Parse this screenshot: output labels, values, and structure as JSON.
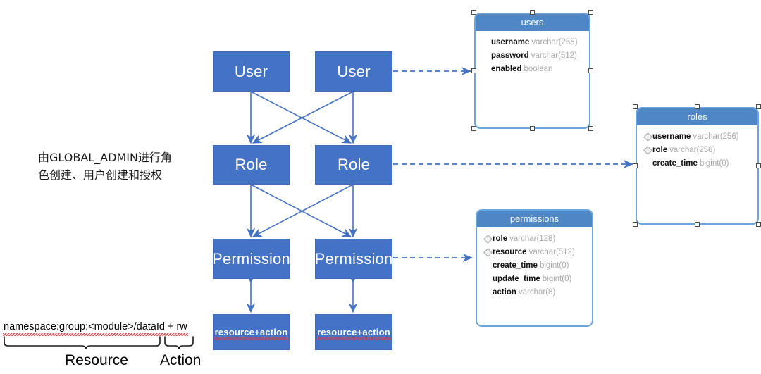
{
  "diagram": {
    "title": "RBAC permission model diagram",
    "colors": {
      "box_fill": "#4472C4",
      "table_header": "#4E87C4",
      "table_border": "#6AA6DD",
      "arrow": "#4472C4",
      "dashed_arrow": "#4472C4",
      "spellcheck_underline": "#E03A3A"
    },
    "notes": {
      "admin_note": "由GLOBAL_ADMIN进行角\n色创建、用户创建和授权"
    },
    "formula": {
      "expression": "namespace:group:<module>/dataId + rw",
      "resource_label": "Resource",
      "action_label": "Action"
    },
    "flow_nodes": [
      {
        "id": "user-left",
        "label": "User"
      },
      {
        "id": "user-right",
        "label": "User"
      },
      {
        "id": "role-left",
        "label": "Role"
      },
      {
        "id": "role-right",
        "label": "Role"
      },
      {
        "id": "permission-left",
        "label": "Permission"
      },
      {
        "id": "permission-right",
        "label": "Permission"
      },
      {
        "id": "resaction-left",
        "label": "resource+action"
      },
      {
        "id": "resaction-right",
        "label": "resource+action"
      }
    ],
    "tables": [
      {
        "id": "users",
        "name": "users",
        "selected": true,
        "columns": [
          {
            "name": "username",
            "type": "varchar(255)",
            "key": false
          },
          {
            "name": "password",
            "type": "varchar(512)",
            "key": false
          },
          {
            "name": "enabled",
            "type": "boolean",
            "key": false
          }
        ]
      },
      {
        "id": "roles",
        "name": "roles",
        "selected": true,
        "columns": [
          {
            "name": "username",
            "type": "varchar(256)",
            "key": true
          },
          {
            "name": "role",
            "type": "varchar(256)",
            "key": true
          },
          {
            "name": "create_time",
            "type": "bigint(0)",
            "key": false
          }
        ]
      },
      {
        "id": "permissions",
        "name": "permissions",
        "selected": false,
        "columns": [
          {
            "name": "role",
            "type": "varchar(128)",
            "key": true
          },
          {
            "name": "resource",
            "type": "varchar(512)",
            "key": true
          },
          {
            "name": "create_time",
            "type": "bigint(0)",
            "key": false
          },
          {
            "name": "update_time",
            "type": "bigint(0)",
            "key": false
          },
          {
            "name": "action",
            "type": "varchar(8)",
            "key": false
          }
        ]
      }
    ]
  }
}
